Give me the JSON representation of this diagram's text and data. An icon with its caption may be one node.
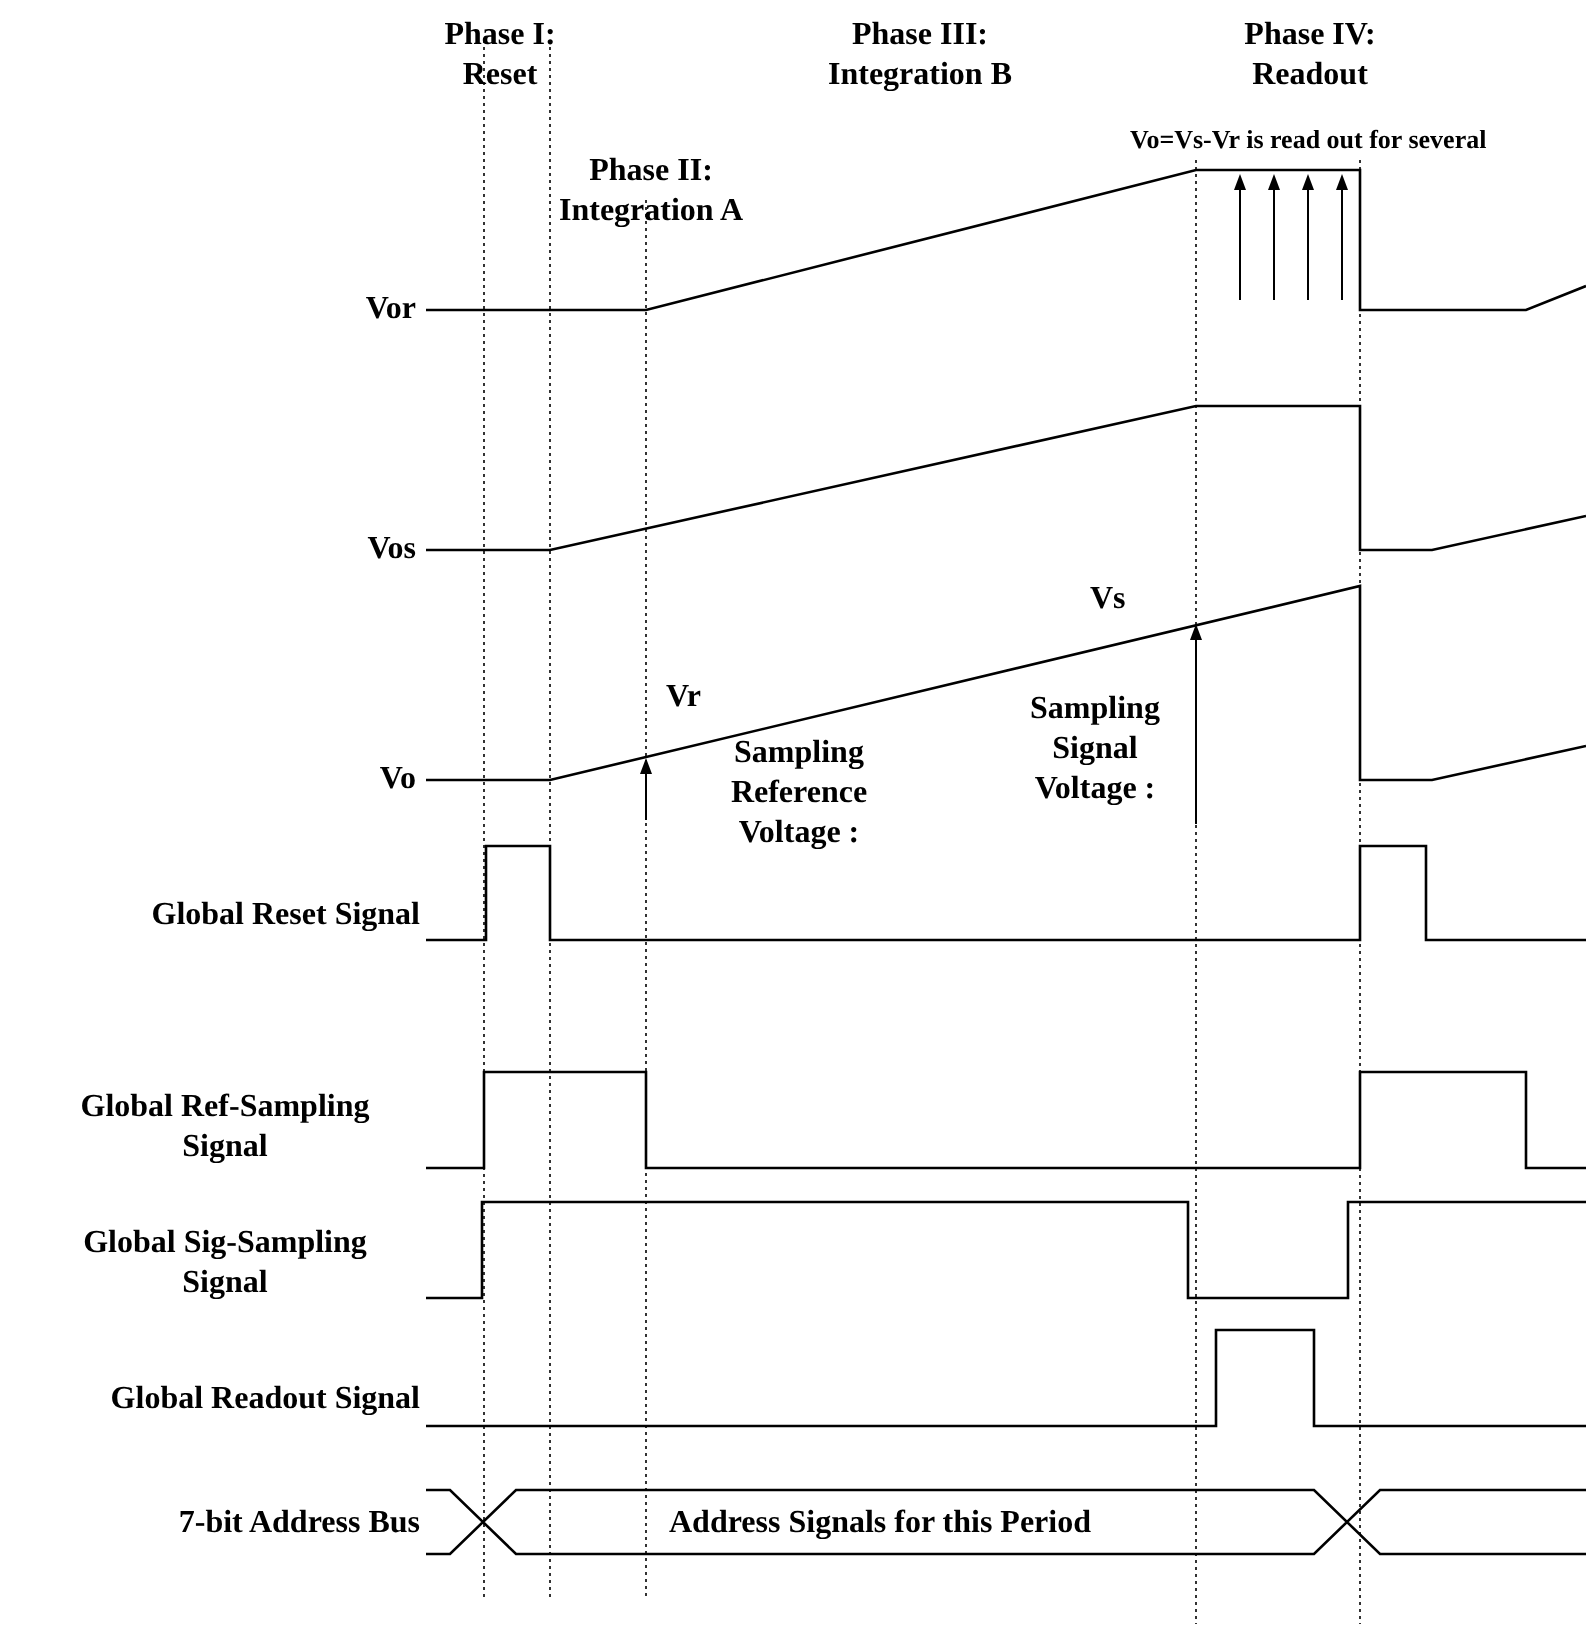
{
  "diagram": {
    "labels": [
      "Phase I: Reset",
      "Phase III: Integration B",
      "Phase IV: Readout",
      "Vo=Vs-Vr is read out for several",
      "Phase II: Integration A",
      "Vor",
      "Vos",
      "Vs",
      "Vr",
      "Sampling Signal Voltage :",
      "Vo",
      "Sampling Reference Voltage :",
      "Global Reset Signal",
      "Global Ref-Sampling Signal",
      "Global Sig-Sampling Signal",
      "Global Readout Signal",
      "7-bit Address Bus",
      "Address Signals for this Period"
    ]
  }
}
